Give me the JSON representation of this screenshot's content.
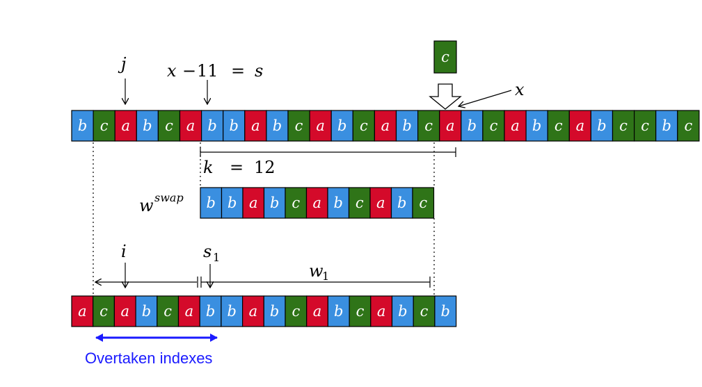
{
  "colors": {
    "a": "#d40a2a",
    "b": "#3a8fe0",
    "c": "#2f7418",
    "annotation": "#1a1aff"
  },
  "row_top": [
    "b",
    "c",
    "a",
    "b",
    "c",
    "a",
    "b",
    "b",
    "a",
    "b",
    "c",
    "a",
    "b",
    "c",
    "a",
    "b",
    "c",
    "a",
    "b",
    "c",
    "a",
    "b",
    "c",
    "a",
    "b",
    "c",
    "c",
    "b",
    "c"
  ],
  "row_swap": [
    "b",
    "b",
    "a",
    "b",
    "c",
    "a",
    "b",
    "c",
    "a",
    "b",
    "c"
  ],
  "row_bottom": [
    "a",
    "c",
    "a",
    "b",
    "c",
    "a",
    "b",
    "b",
    "a",
    "b",
    "c",
    "a",
    "b",
    "c",
    "a",
    "b",
    "c",
    "b"
  ],
  "inserted": "c",
  "labels": {
    "j": "j",
    "x_expr": "x",
    "minus": "−",
    "eleven": "11",
    "equals": "=",
    "s": "s",
    "x": "x",
    "k": "k",
    "k_eq": "=",
    "twelve": "12",
    "w": "w",
    "swap": "swap",
    "i": "i",
    "s1": "s",
    "s1_sub": "1",
    "w1": "w",
    "w1_sub": "1",
    "overtaken": "Overtaken indexes"
  }
}
